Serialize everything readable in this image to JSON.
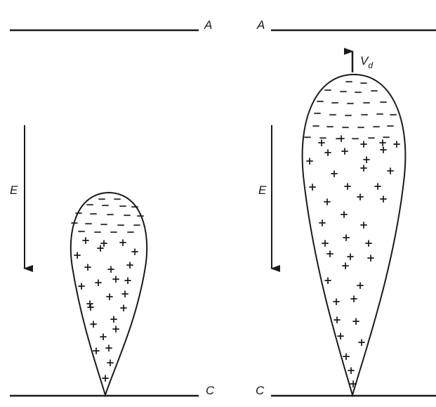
{
  "left_panel": {
    "anode_label": "A",
    "cathode_label": "C",
    "field_label": "E",
    "negative_sign": "−",
    "positive_sign": "+"
  },
  "right_panel": {
    "anode_label": "A",
    "cathode_label": "C",
    "field_label": "E",
    "velocity_label": "V",
    "velocity_subscript": "d",
    "negative_sign": "−",
    "positive_sign": "+"
  },
  "colors": {
    "ink": "#1a1a1a",
    "background": "#ffffff"
  }
}
